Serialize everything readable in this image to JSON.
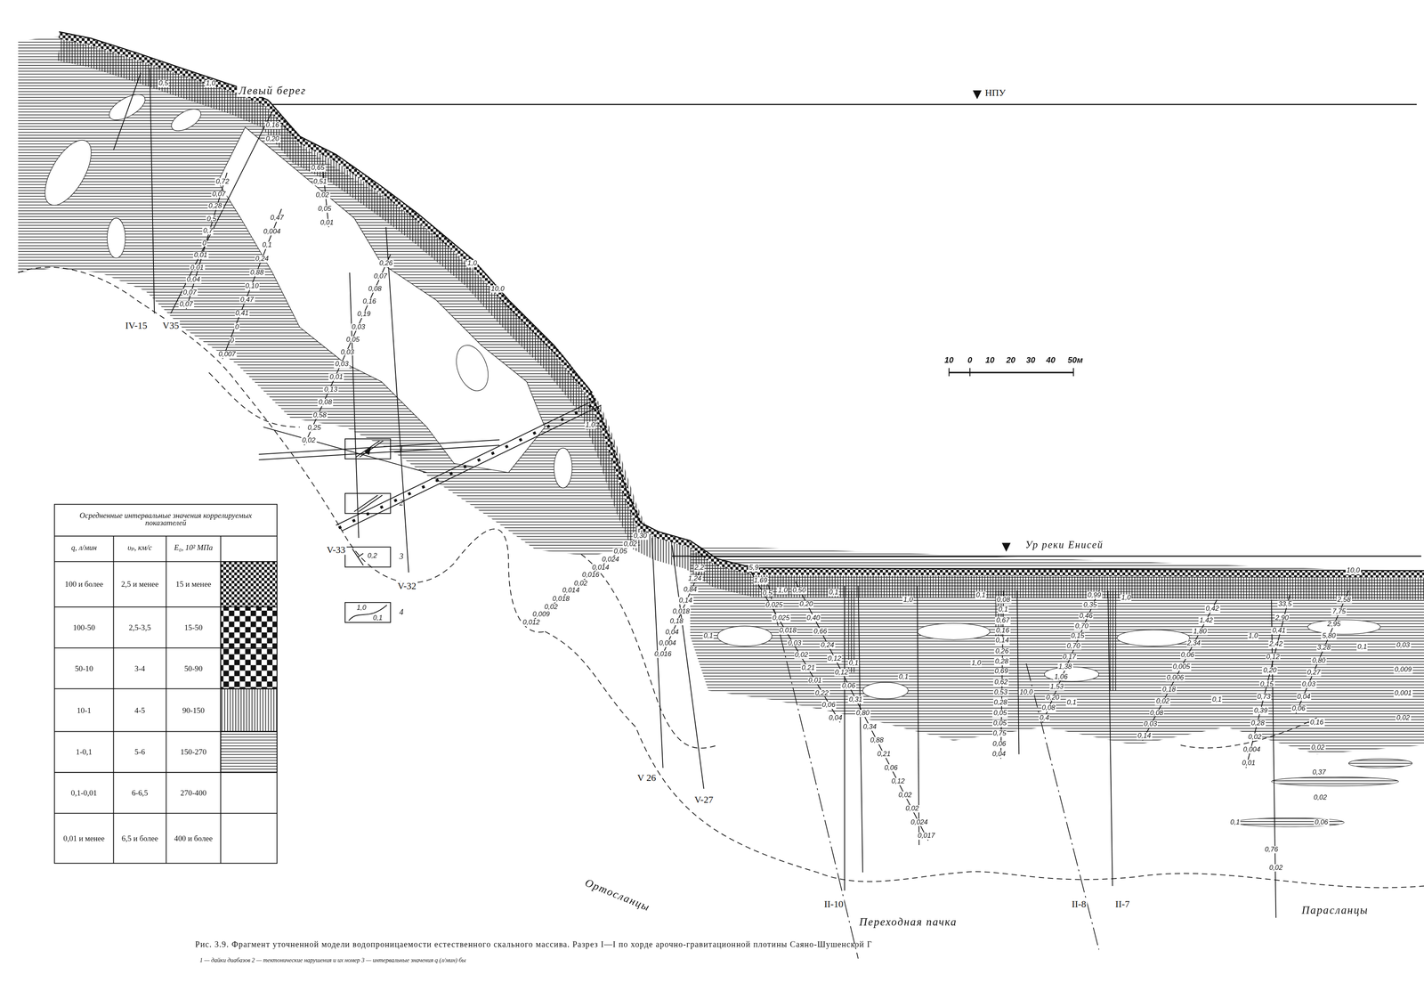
{
  "diagram": {
    "caption": "Рис. 3.9. Фрагмент уточненной модели водопроницаемости естественного скального массива. Разрез I—I по хорде арочно-гравитационной плотины Саяно-Шушенской Г",
    "labels": [
      "Левый берег",
      "НПУ",
      "Ур реки Енисей",
      "Ортосланцы",
      "Переходная пачка",
      "Парасланцы",
      "IV-15",
      "V35",
      "V-33",
      "V-32",
      "V 26",
      "V-27",
      "II-10",
      "II-8",
      "II-7",
      "10",
      "0",
      "10",
      "20",
      "30",
      "40",
      "50м",
      "Осредненные интервальные значения коррелируемых показателей",
      "q, л/мин",
      "υₚ, км/с",
      "E₀, 10² МПа",
      "100 и более",
      "2,5 и менее",
      "15 и менее",
      "100-50",
      "2,5-3,5",
      "15-50",
      "50-10",
      "3-4",
      "50-90",
      "10-1",
      "4-5",
      "90-150",
      "1-0,1",
      "5-6",
      "150-270",
      "0,1-0,01",
      "6-6,5",
      "270-400",
      "0,01 и менее",
      "6,5 и более",
      "400 и более",
      "0,2",
      "1,0",
      "0,1",
      "1 — дайки диабазов 2 — тектонические нарушения и их номер 3 — интервальные значения q (л/мин) бы",
      "0,5",
      "1,0",
      "1,0",
      "10,0",
      "1,0",
      "0,1",
      "1,0",
      "0,1",
      "0,1",
      "0,1",
      "1,0",
      "10,0",
      "0,1",
      "1,0",
      "1,0",
      "10,0",
      "0,1",
      "0,1",
      "0,1",
      "0,76",
      "0,02",
      "0,1",
      "1,0",
      "0,16",
      "0,20",
      "0,65",
      "0,51",
      "0,02",
      "0,05",
      "0,01",
      "0,72",
      "0,07",
      "0,28",
      "0,5",
      "0,7",
      "0",
      "0,01",
      "0,01",
      "0,04",
      "0,07",
      "0,07",
      "0,47",
      "0,004",
      "0,1",
      "0,24",
      "0,88",
      "0,10",
      "0,47",
      "0,41",
      "0",
      "0",
      "0,007",
      "0,26",
      "0,07",
      "0,08",
      "0,16",
      "0,19",
      "0,03",
      "0,05",
      "0,03",
      "0,03",
      "0,01",
      "0,13",
      "0,08",
      "0,58",
      "0,25",
      "0,02",
      "0,30",
      "0,02",
      "0,05",
      "0,024",
      "0,014",
      "0,016",
      "0,02",
      "0,014",
      "0,018",
      "0,02",
      "0,009",
      "0,012",
      "2,2",
      "1,24",
      "0,84",
      "0,14",
      "0,018",
      "0,18",
      "0,04",
      "0,004",
      "0,016",
      "5,9",
      "1,69",
      "0,5",
      "0,025",
      "0,025",
      "0,018",
      "0,03",
      "0,02",
      "0,21",
      "0,01",
      "0,22",
      "0,06",
      "0,04",
      "0,50",
      "0,20",
      "0,40",
      "0,66",
      "0,24",
      "0,12",
      "0,12",
      "0,06",
      "0,31",
      "0,80",
      "0,34",
      "0,88",
      "0,21",
      "0,06",
      "0,12",
      "0,02",
      "0,02",
      "0,024",
      "0,017",
      "0,08",
      "0,1",
      "0,67",
      "0,16",
      "0,14",
      "0,26",
      "0,28",
      "0,69",
      "0,62",
      "0,53",
      "0,28",
      "0,05",
      "0,05",
      "0,75",
      "0,06",
      "0,04",
      "0,99",
      "0,35",
      "0,46",
      "0,70",
      "0,15",
      "0,70",
      "0,17",
      "1,38",
      "1,06",
      "1,53",
      "0,20",
      "0,08",
      "0,4",
      "0,42",
      "1,42",
      "1,80",
      "2,34",
      "0,06",
      "0,005",
      "0,006",
      "0,18",
      "0,02",
      "0,08",
      "0,03",
      "0,14",
      "33,5",
      "2,90",
      "0,41",
      "2,42",
      "0,12",
      "0,20",
      "0,15",
      "0,73",
      "0,39",
      "0,28",
      "0,02",
      "0,004",
      "0,01",
      "2,58",
      "7,75",
      "2,95",
      "5,80",
      "3,28",
      "0,80",
      "0,27",
      "0,03",
      "0,04",
      "0,06",
      "0,16",
      "0,02",
      "0,37",
      "0,02",
      "0,06",
      "0,03",
      "0,009",
      "0,001",
      "0,02"
    ],
    "legend": [
      {
        "text": "1"
      },
      {
        "text": "2"
      },
      {
        "text": "3"
      },
      {
        "text": "4"
      }
    ]
  }
}
